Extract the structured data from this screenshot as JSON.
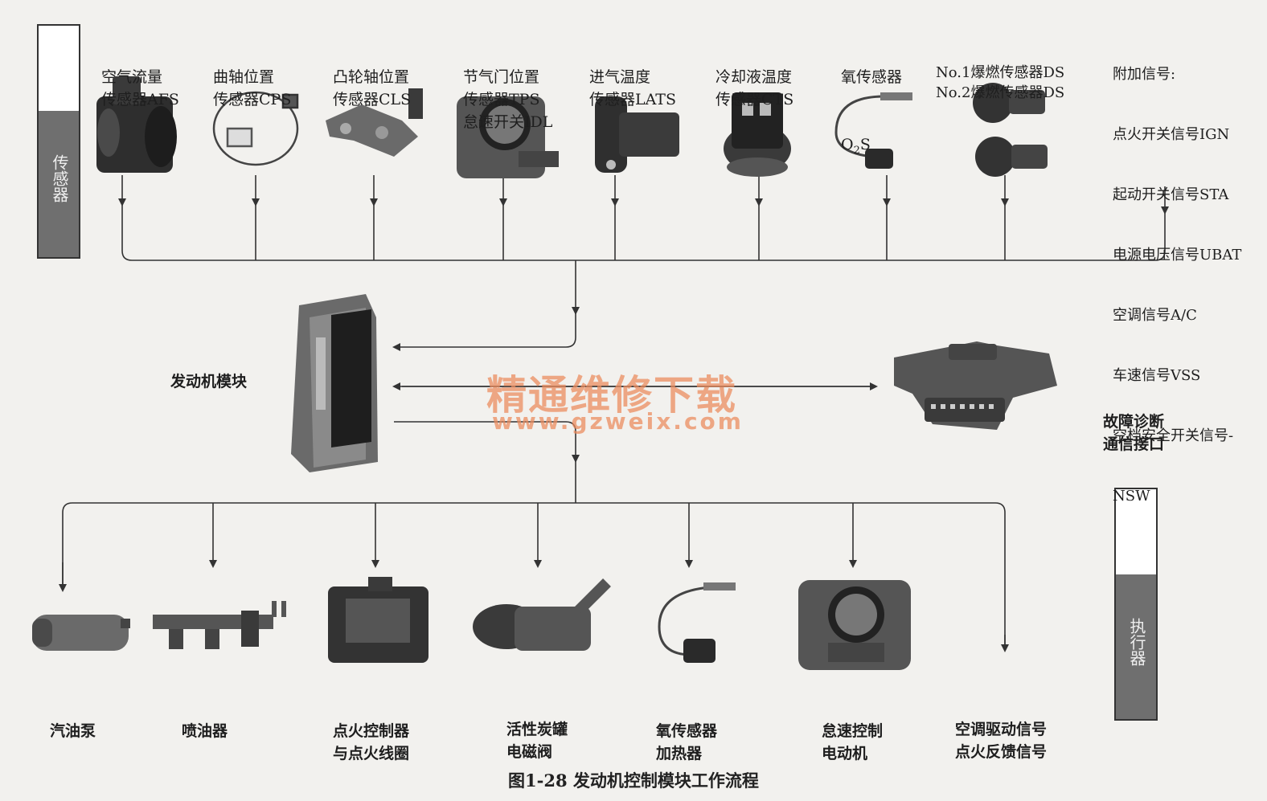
{
  "legend": {
    "sensors": "传感器",
    "actuators": "执行器"
  },
  "sensors": [
    {
      "line1": "空气流量",
      "line2": "传感器AFS"
    },
    {
      "line1": "曲轴位置",
      "line2": "传感器CPS"
    },
    {
      "line1": "凸轮轴位置",
      "line2": "传感器CLS"
    },
    {
      "line1": "节气门位置",
      "line2": "传感器TPS",
      "line3": "怠速开关IDL"
    },
    {
      "line1": "进气温度",
      "line2": "传感器LATS"
    },
    {
      "line1": "冷却液温度",
      "line2": "传感器CTS"
    },
    {
      "line1": "氧传感器",
      "line2_main": "O",
      "line2_sub": "2",
      "line2_tail": "S"
    },
    {
      "line1": "No.1爆燃传感器DS",
      "line2": "No.2爆燃传感器DS"
    }
  ],
  "extra_signals": {
    "title": "附加信号:",
    "items": [
      "点火开关信号IGN",
      "起动开关信号STA",
      "电源电压信号UBAT",
      "空调信号A/C",
      "车速信号VSS",
      "空档安全开关信号-",
      "NSW"
    ]
  },
  "ecu_label": "发动机模块",
  "diag_label": {
    "line1": "故障诊断",
    "line2": "通信接口"
  },
  "actuators": [
    {
      "line1": "汽油泵"
    },
    {
      "line1": "喷油器"
    },
    {
      "line1": "点火控制器",
      "line2": "与点火线圈"
    },
    {
      "line1": "活性炭罐",
      "line2": "电磁阀"
    },
    {
      "line1": "氧传感器",
      "line2": "加热器"
    },
    {
      "line1": "怠速控制",
      "line2": "电动机"
    },
    {
      "line1": "空调驱动信号",
      "line2": "点火反馈信号"
    }
  ],
  "watermark": {
    "text": "精通维修下载",
    "url": "www.gzweix.com"
  },
  "caption": "图1-28   发动机控制模块工作流程",
  "colors": {
    "line": "#333333",
    "legend_fill": "#6f6f6f",
    "watermark": "#eb8c5f"
  }
}
